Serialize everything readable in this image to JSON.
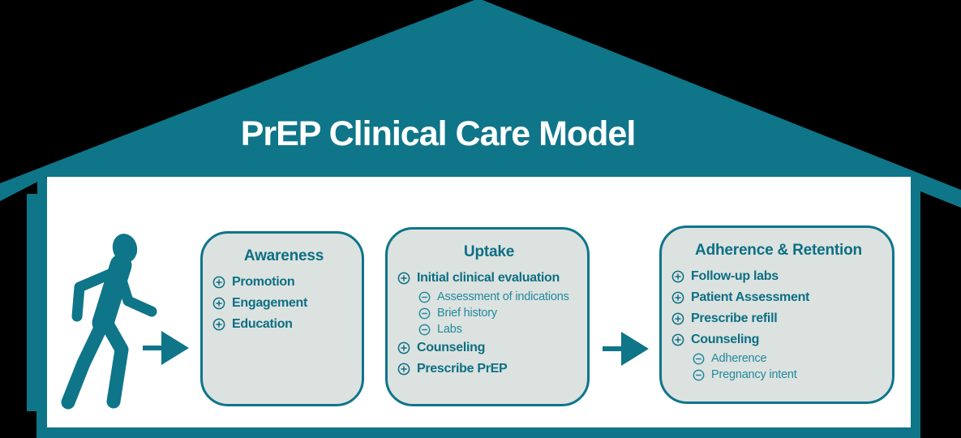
{
  "colors": {
    "brand": "#0f7589",
    "brand-dark": "#0c6f83",
    "brand-light": "#23899b",
    "box-fill": "#dce2e0",
    "house-fill": "#ffffff",
    "title-text": "#ffffff",
    "background": "#000000"
  },
  "roof": {
    "title": "PrEP Clinical Care Model"
  },
  "flow": {
    "person_icon": "walking-person-icon",
    "arrow_icon": "arrow-right-icon"
  },
  "stages": [
    {
      "title": "Awareness",
      "items": [
        {
          "level": 1,
          "icon": "circle-plus-icon",
          "label": "Promotion"
        },
        {
          "level": 1,
          "icon": "circle-plus-icon",
          "label": "Engagement"
        },
        {
          "level": 1,
          "icon": "circle-plus-icon",
          "label": "Education"
        }
      ]
    },
    {
      "title": "Uptake",
      "items": [
        {
          "level": 1,
          "icon": "circle-plus-icon",
          "label": "Initial clinical evaluation"
        },
        {
          "level": 2,
          "icon": "circle-minus-icon",
          "label": "Assessment of indications"
        },
        {
          "level": 2,
          "icon": "circle-minus-icon",
          "label": "Brief history"
        },
        {
          "level": 2,
          "icon": "circle-minus-icon",
          "label": "Labs"
        },
        {
          "level": 1,
          "icon": "circle-plus-icon",
          "label": "Counseling"
        },
        {
          "level": 1,
          "icon": "circle-plus-icon",
          "label": "Prescribe PrEP"
        }
      ]
    },
    {
      "title": "Adherence & Retention",
      "items": [
        {
          "level": 1,
          "icon": "circle-plus-icon",
          "label": "Follow-up labs"
        },
        {
          "level": 1,
          "icon": "circle-plus-icon",
          "label": "Patient Assessment"
        },
        {
          "level": 1,
          "icon": "circle-plus-icon",
          "label": "Prescribe refill"
        },
        {
          "level": 1,
          "icon": "circle-plus-icon",
          "label": "Counseling"
        },
        {
          "level": 2,
          "icon": "circle-minus-icon",
          "label": "Adherence"
        },
        {
          "level": 2,
          "icon": "circle-minus-icon",
          "label": "Pregnancy intent"
        }
      ]
    }
  ]
}
